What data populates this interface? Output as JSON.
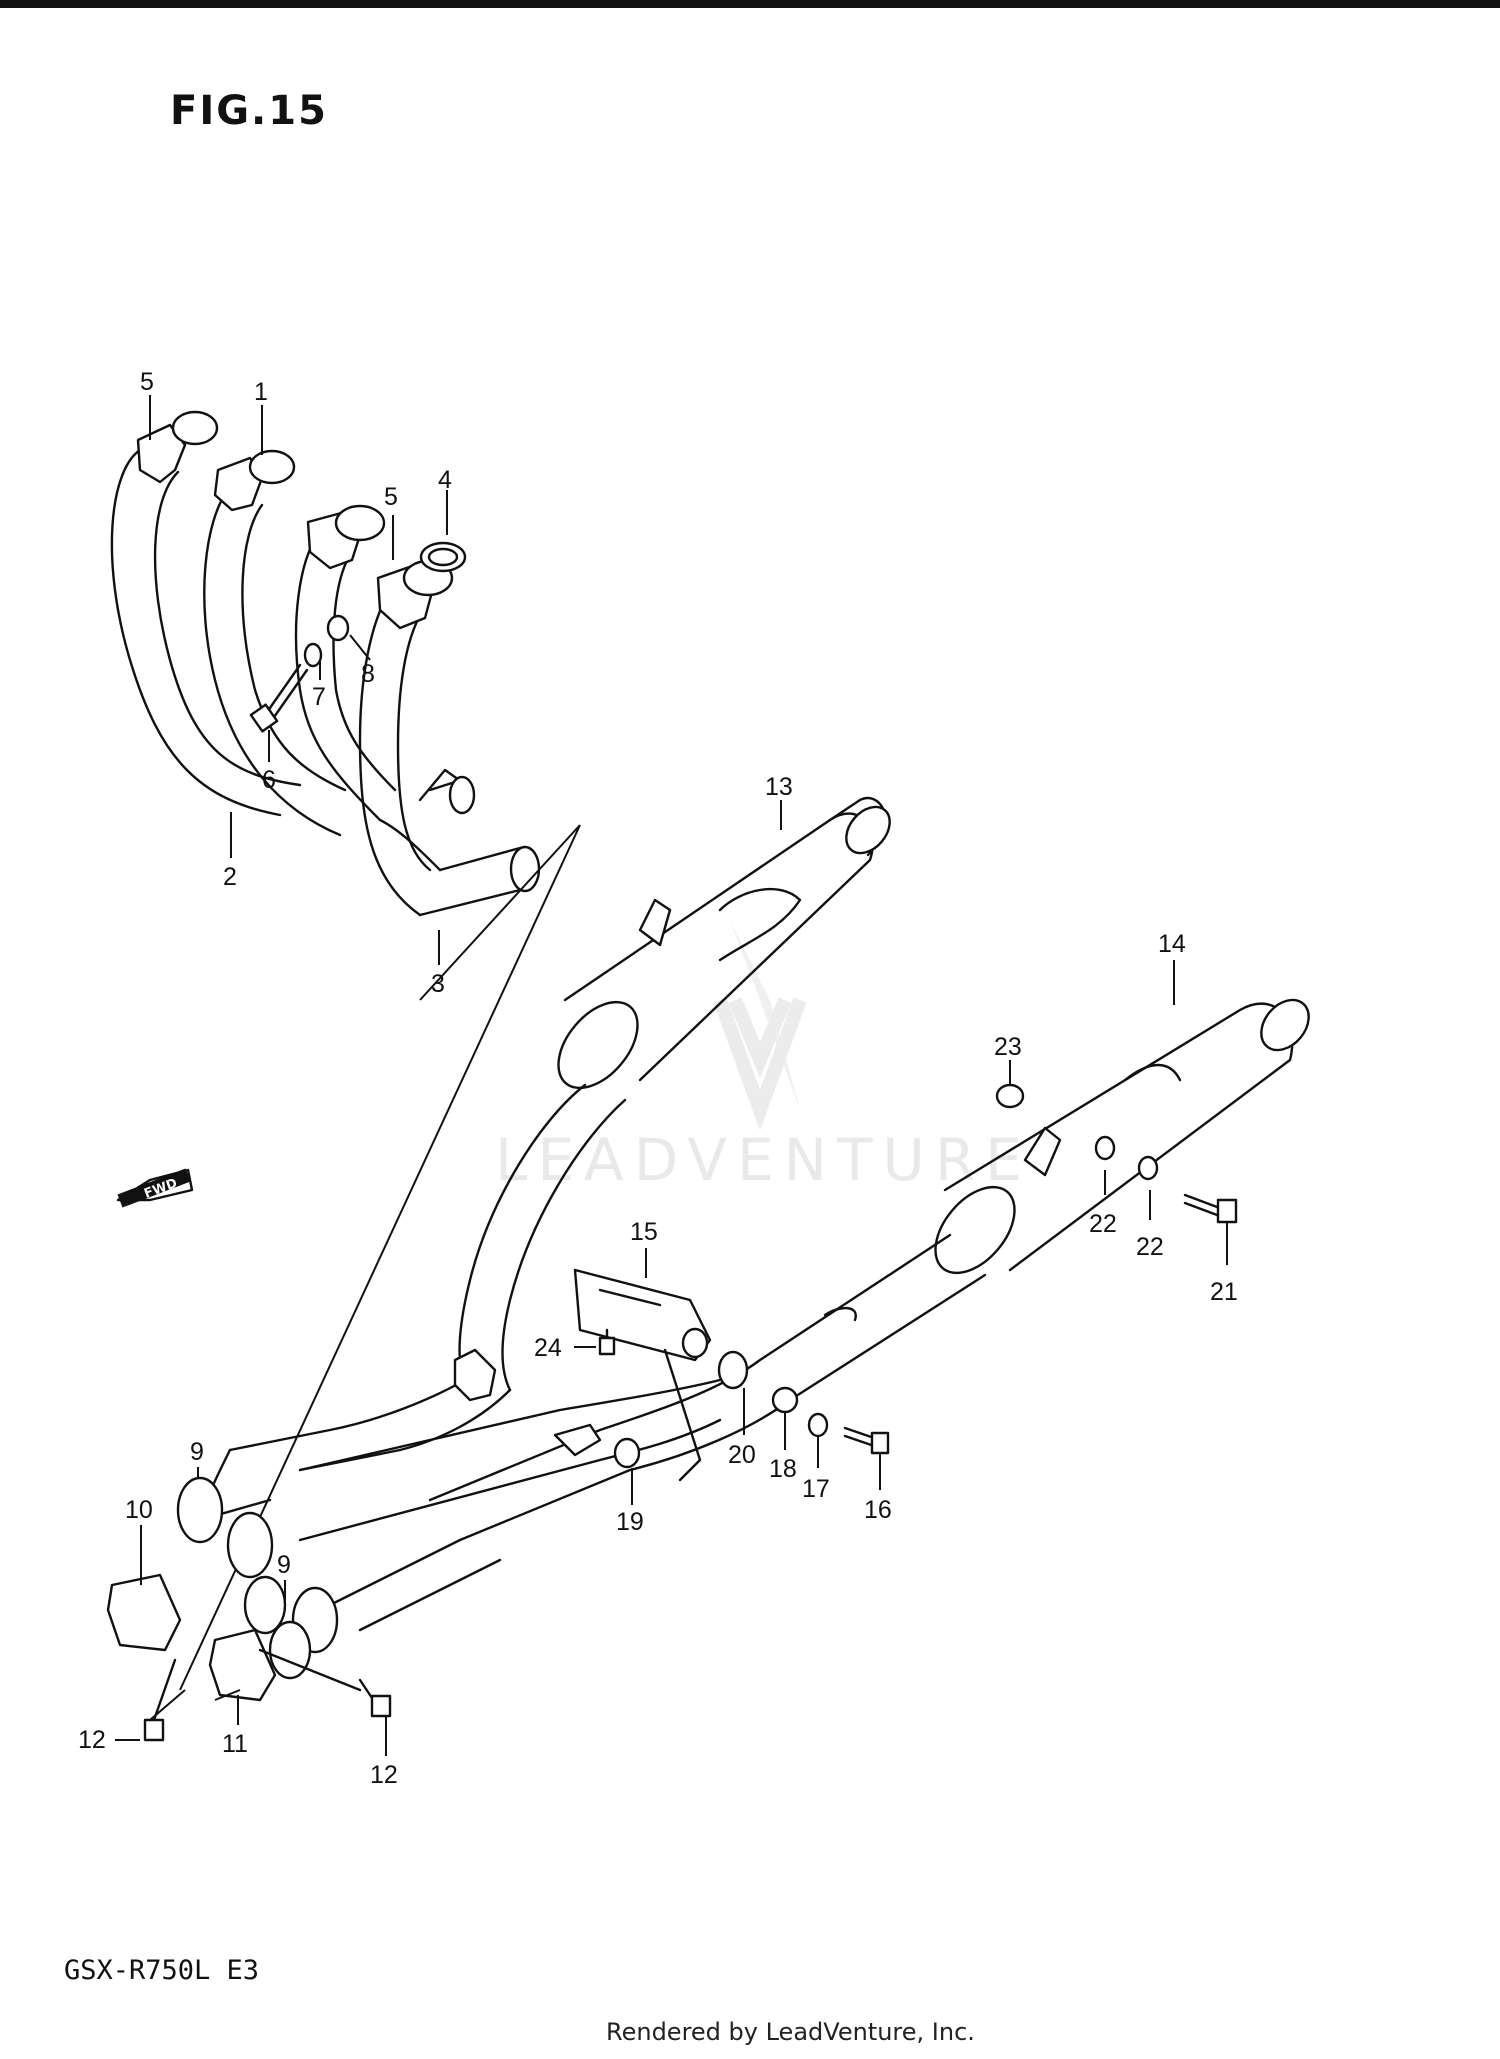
{
  "figure": {
    "title": "FIG.15",
    "model": "GSX-R750L  E3",
    "footer": "Rendered by LeadVenture, Inc.",
    "watermark": "LEADVENTURE",
    "fwd_label": "FWD"
  },
  "callouts": [
    {
      "id": "c5a",
      "text": "5"
    },
    {
      "id": "c1",
      "text": "1"
    },
    {
      "id": "c5b",
      "text": "5"
    },
    {
      "id": "c4",
      "text": "4"
    },
    {
      "id": "c7",
      "text": "7"
    },
    {
      "id": "c8",
      "text": "8"
    },
    {
      "id": "c6",
      "text": "6"
    },
    {
      "id": "c2",
      "text": "2"
    },
    {
      "id": "c3",
      "text": "3"
    },
    {
      "id": "c13",
      "text": "13"
    },
    {
      "id": "c14",
      "text": "14"
    },
    {
      "id": "c23",
      "text": "23"
    },
    {
      "id": "c22a",
      "text": "22"
    },
    {
      "id": "c22b",
      "text": "22"
    },
    {
      "id": "c21",
      "text": "21"
    },
    {
      "id": "c15",
      "text": "15"
    },
    {
      "id": "c24",
      "text": "24"
    },
    {
      "id": "c20",
      "text": "20"
    },
    {
      "id": "c18",
      "text": "18"
    },
    {
      "id": "c17",
      "text": "17"
    },
    {
      "id": "c16",
      "text": "16"
    },
    {
      "id": "c19",
      "text": "19"
    },
    {
      "id": "c9a",
      "text": "9"
    },
    {
      "id": "c10",
      "text": "10"
    },
    {
      "id": "c9b",
      "text": "9"
    },
    {
      "id": "c12a",
      "text": "12"
    },
    {
      "id": "c11",
      "text": "11"
    },
    {
      "id": "c12b",
      "text": "12"
    }
  ]
}
